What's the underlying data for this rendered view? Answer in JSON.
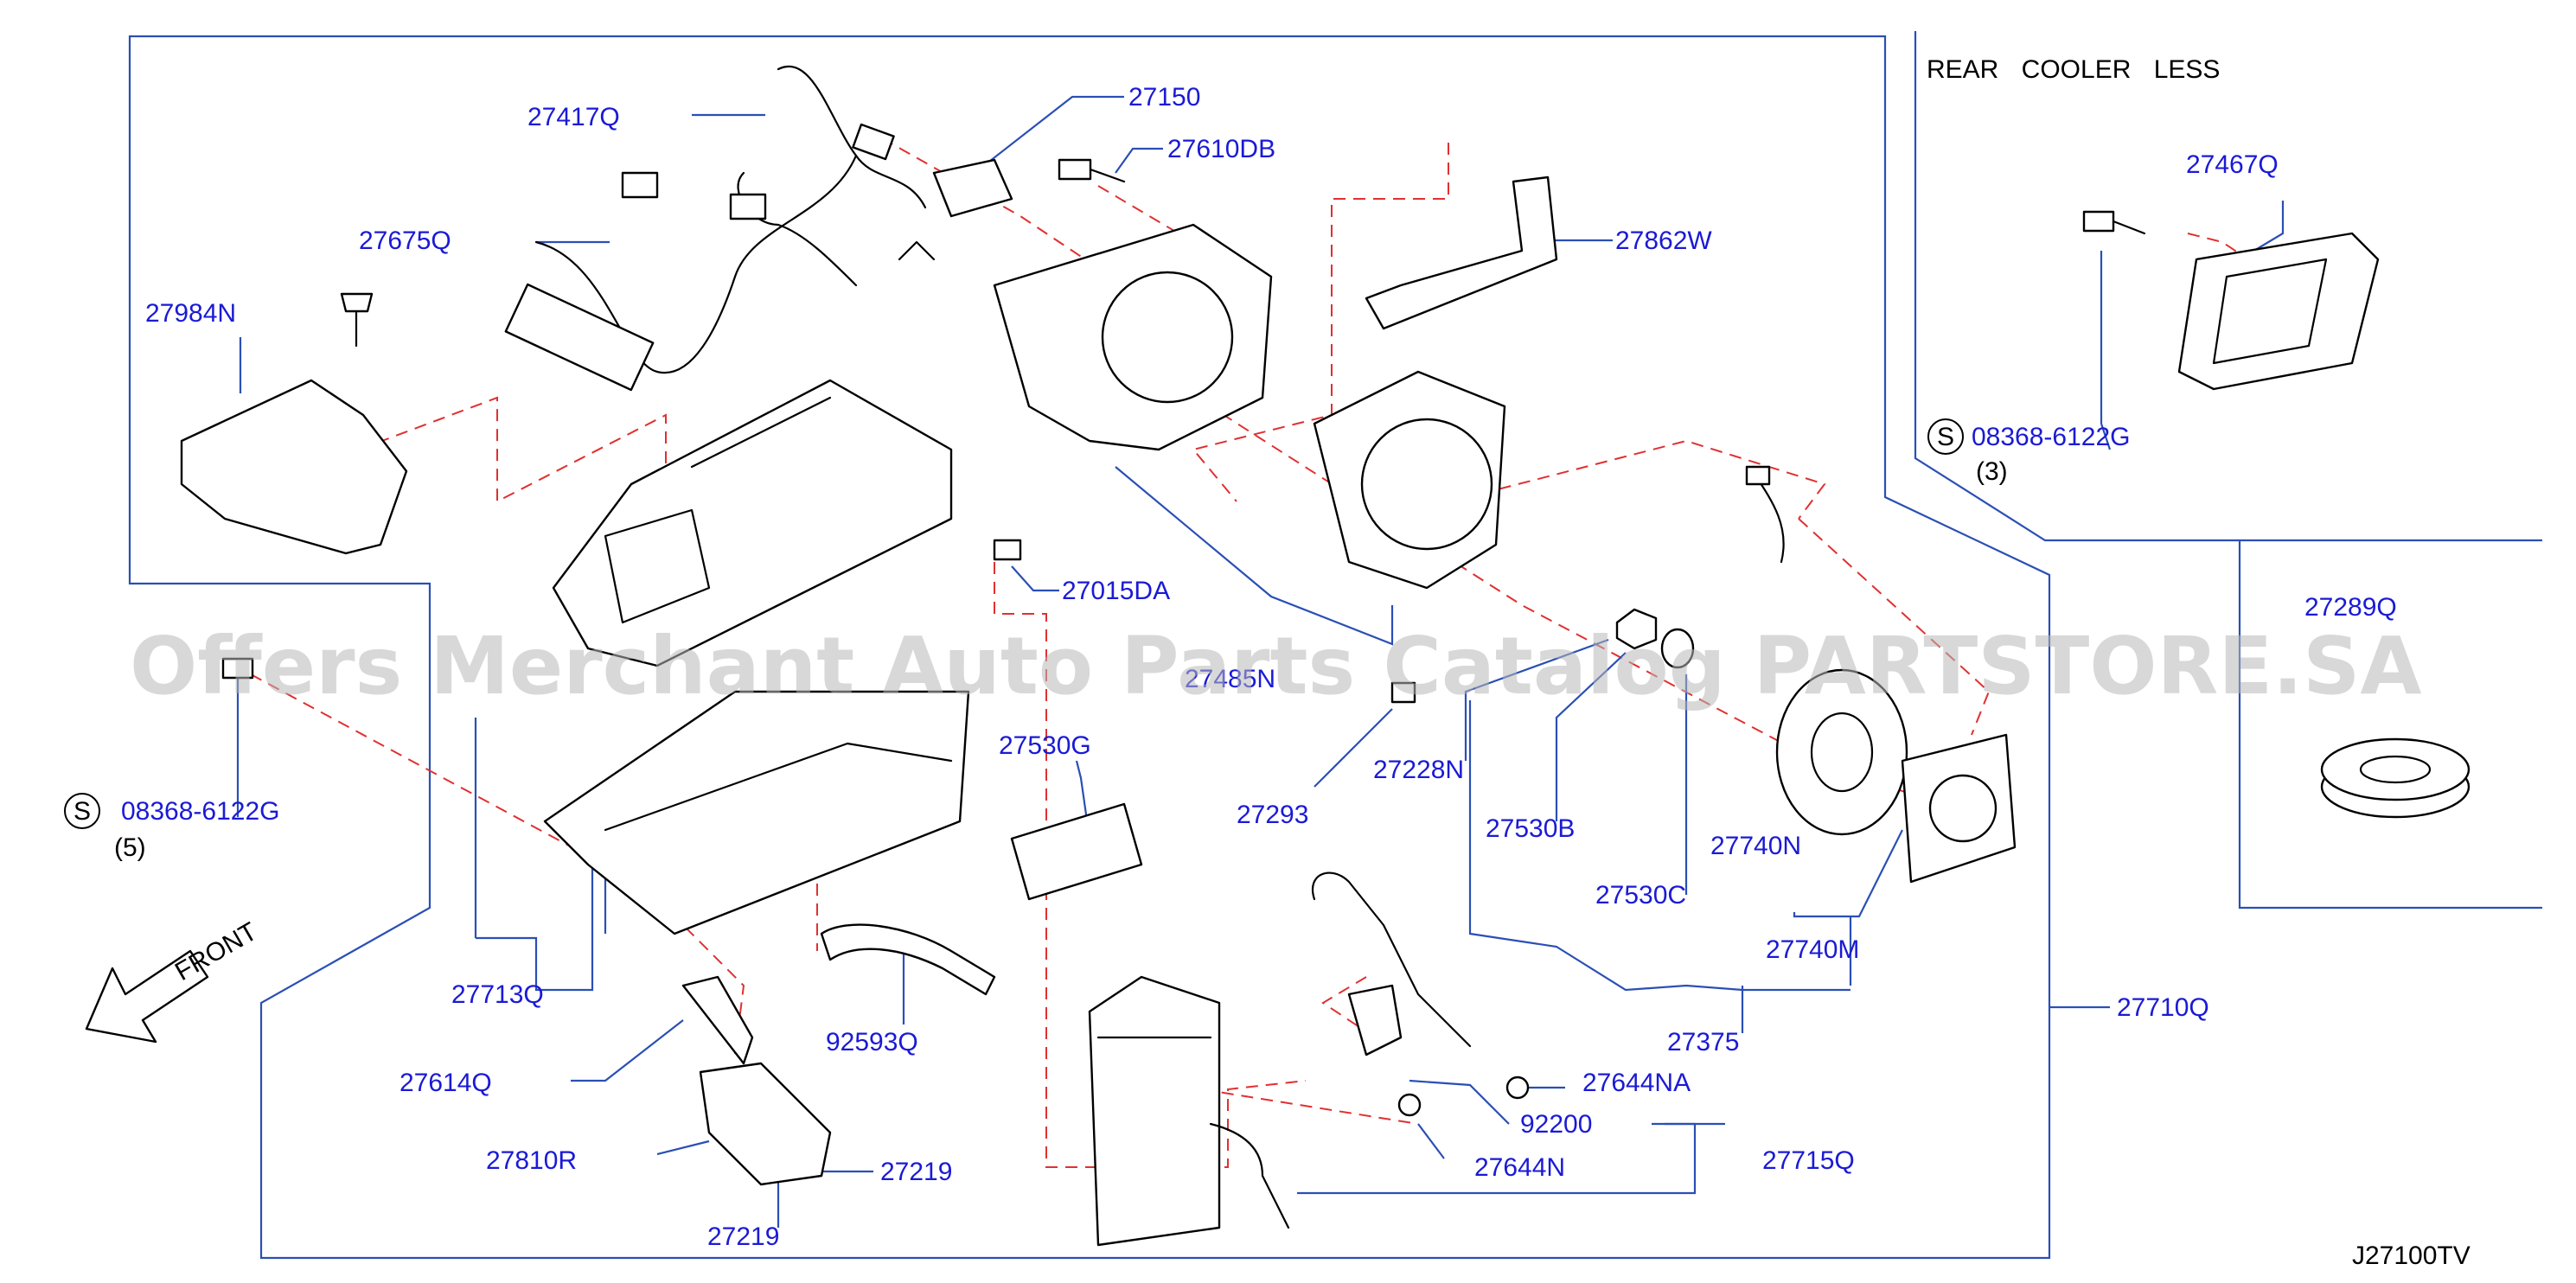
{
  "diagram": {
    "code": "J27100TV",
    "watermark": "Offers Merchant Auto Parts Catalog PARTSTORE.SA",
    "front_label": "FRONT",
    "rear_cooler_note": "REAR COOLER LESS",
    "symbols": {
      "s": "S"
    },
    "quantities": {
      "q5": "(5)",
      "q3": "(3)"
    },
    "callouts": {
      "c27417Q": "27417Q",
      "c27150": "27150",
      "c27610DB": "27610DB",
      "c27675Q": "27675Q",
      "c27862W": "27862W",
      "c27984N": "27984N",
      "c27015DA": "27015DA",
      "c27485N": "27485N",
      "c08368a": "08368-6122G",
      "c27530G": "27530G",
      "c27293": "27293",
      "c27228N": "27228N",
      "c27530B": "27530B",
      "c27740N": "27740N",
      "c27530C": "27530C",
      "c27740M": "27740M",
      "c27713Q": "27713Q",
      "c92593Q": "92593Q",
      "c27375": "27375",
      "c27710Q": "27710Q",
      "c27614Q": "27614Q",
      "c27644NA": "27644NA",
      "c92200": "92200",
      "c27715Q": "27715Q",
      "c27810R": "27810R",
      "c27219a": "27219",
      "c27644N": "27644N",
      "c27219b": "27219",
      "c27467Q": "27467Q",
      "c08368b": "08368-6122G",
      "c27289Q": "27289Q"
    }
  }
}
